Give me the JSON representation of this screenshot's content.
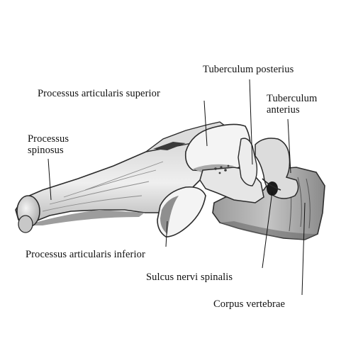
{
  "labels": {
    "tuberculum_posterius": "Tuberculum posterius",
    "processus_articularis_superior": "Processus articularis superior",
    "tuberculum_anterius_line1": "Tuberculum",
    "tuberculum_anterius_line2": "anterius",
    "processus_spinosus_line1": "Processus",
    "processus_spinosus_line2": "spinosus",
    "processus_articularis_inferior": "Processus articularis inferior",
    "sulcus_nervi_spinalis": "Sulcus nervi spinalis",
    "corpus_vertebrae": "Corpus vertebrae"
  },
  "colors": {
    "ink": "#111111",
    "bone_light": "#f2f2f2",
    "bone_mid": "#bdbdbd",
    "bone_dark": "#4a4a4a"
  }
}
